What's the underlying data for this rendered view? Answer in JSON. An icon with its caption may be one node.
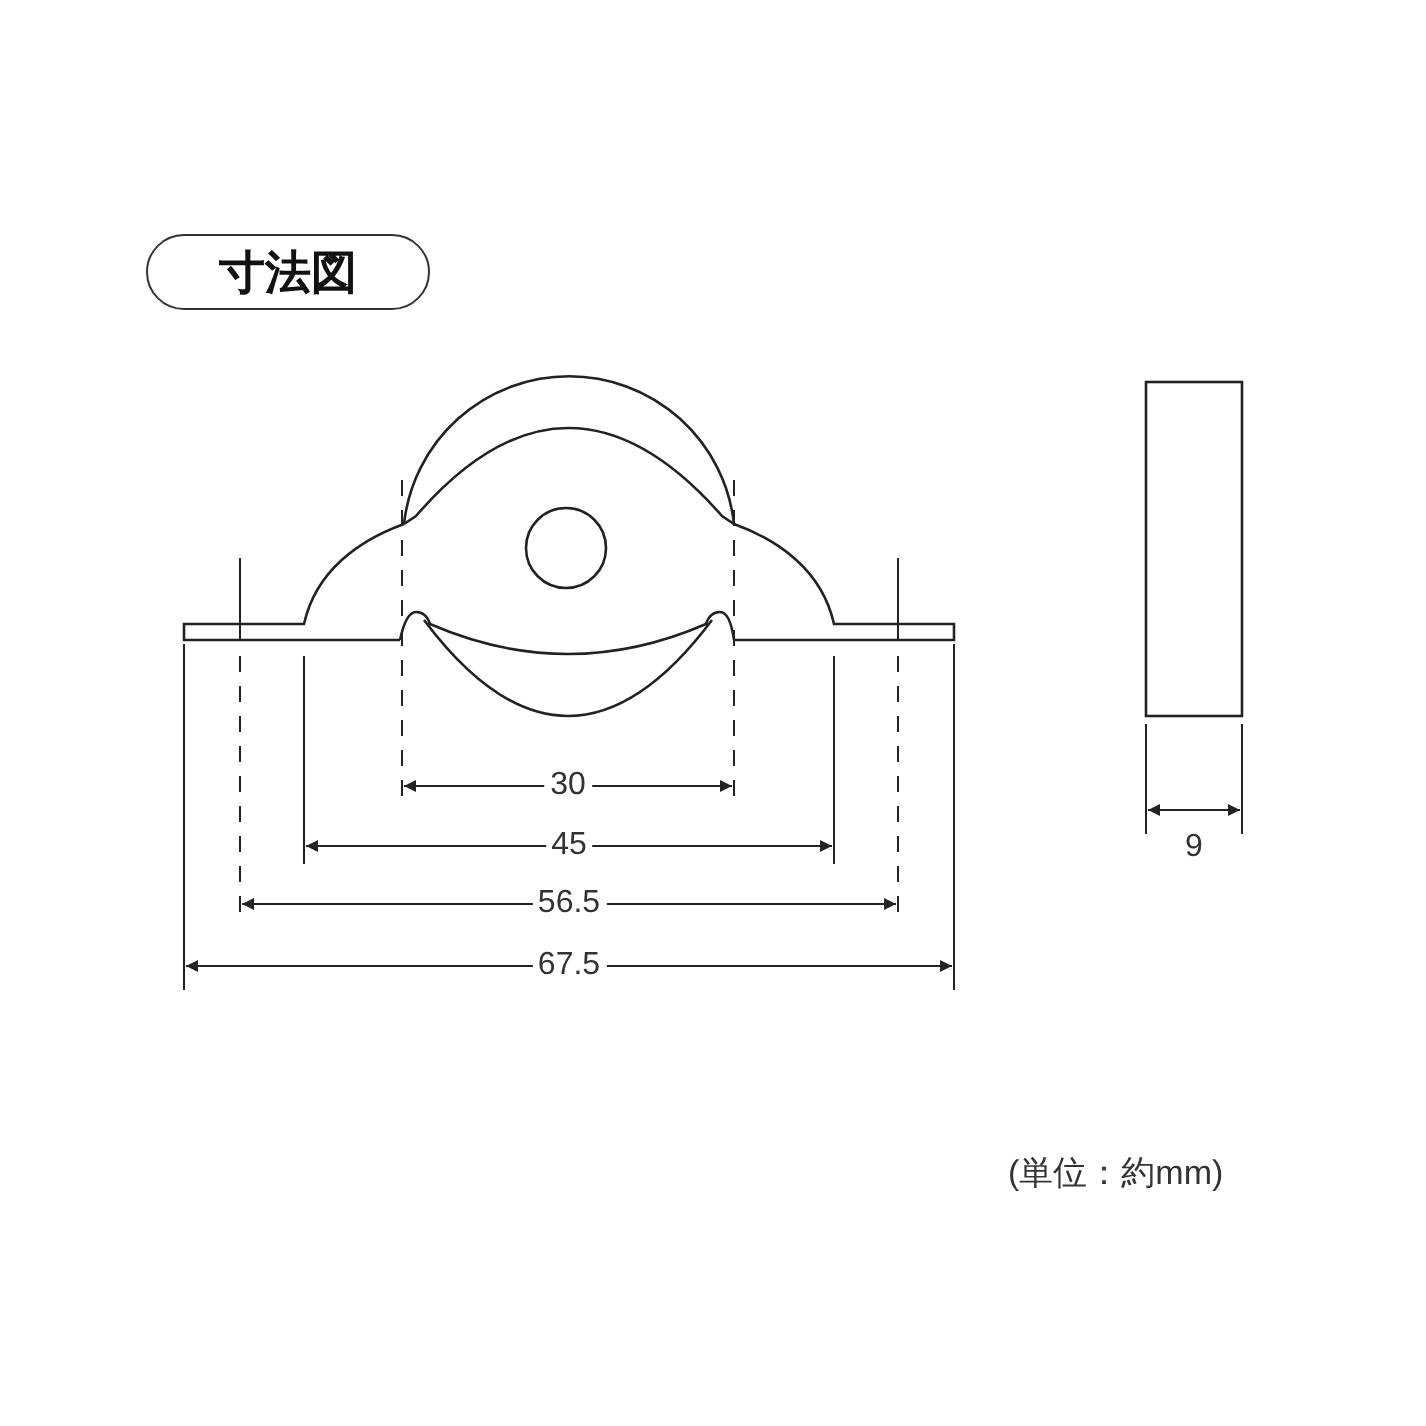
{
  "diagram": {
    "title": "寸法図",
    "labels": [
      "30",
      "45",
      "56.5",
      "67.5",
      "9",
      "(単位：約mm)"
    ]
  }
}
